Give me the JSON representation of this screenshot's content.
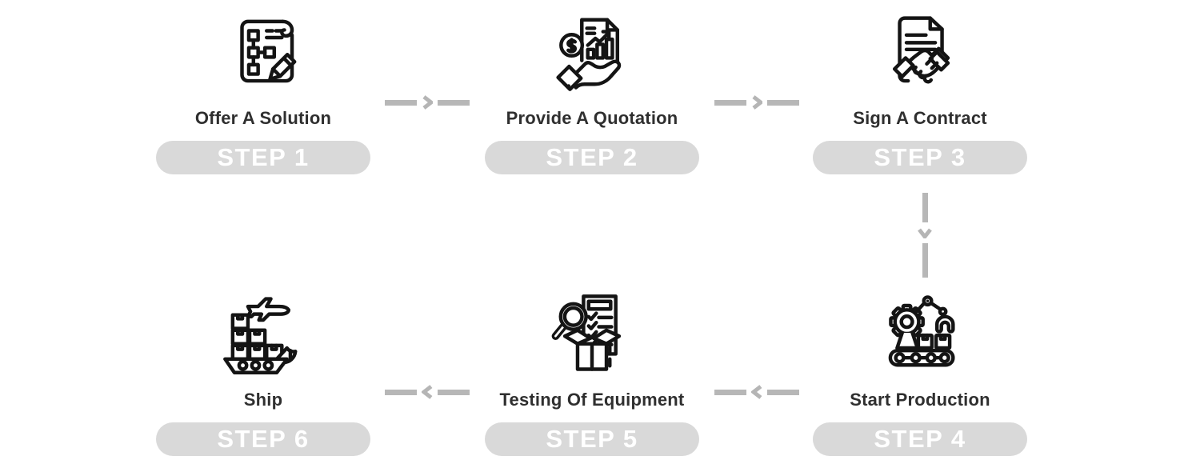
{
  "colors": {
    "background": "#ffffff",
    "icon_stroke": "#141414",
    "label_text": "#2f2f2f",
    "pill_background": "#d9d9d9",
    "pill_text": "#ffffff",
    "arrow_gray": "#b7b7b7"
  },
  "steps": [
    {
      "number": 1,
      "label": "Offer A Solution",
      "badge": "STEP 1",
      "icon": "flowchart-pencil-icon",
      "row": 1,
      "col": 1
    },
    {
      "number": 2,
      "label": "Provide A Quotation",
      "badge": "STEP 2",
      "icon": "hand-money-chart-icon",
      "row": 1,
      "col": 2
    },
    {
      "number": 3,
      "label": "Sign A Contract",
      "badge": "STEP 3",
      "icon": "contract-handshake-icon",
      "row": 1,
      "col": 3
    },
    {
      "number": 4,
      "label": "Start Production",
      "badge": "STEP 4",
      "icon": "robotic-arm-conveyor-icon",
      "row": 2,
      "col": 3
    },
    {
      "number": 5,
      "label": "Testing Of Equipment",
      "badge": "STEP 5",
      "icon": "magnifier-checklist-box-icon",
      "row": 2,
      "col": 2
    },
    {
      "number": 6,
      "label": "Ship",
      "badge": "STEP 6",
      "icon": "cargo-ship-airplane-icon",
      "row": 2,
      "col": 1
    }
  ],
  "connectors": [
    {
      "from": "STEP 1",
      "to": "STEP 2",
      "direction": "right"
    },
    {
      "from": "STEP 2",
      "to": "STEP 3",
      "direction": "right"
    },
    {
      "from": "STEP 3",
      "to": "STEP 4",
      "direction": "down"
    },
    {
      "from": "STEP 4",
      "to": "STEP 5",
      "direction": "left"
    },
    {
      "from": "STEP 5",
      "to": "STEP 6",
      "direction": "left"
    }
  ]
}
